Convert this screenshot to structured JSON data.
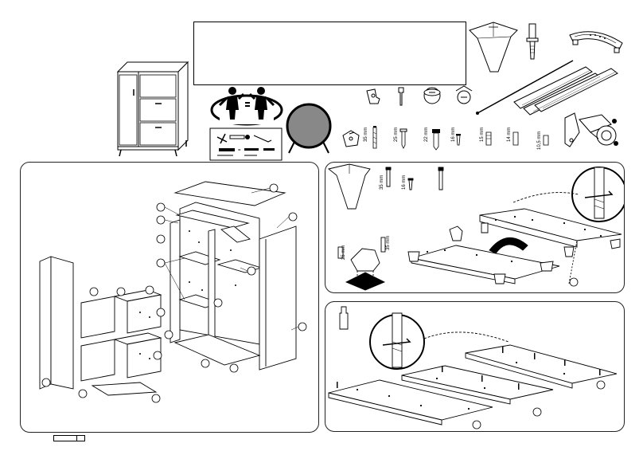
{
  "hardware": {
    "lengths": [
      "35 mm",
      "25 mm",
      "22 mm",
      "16 mm",
      "15 mm",
      "14 mm",
      "10,5 mm"
    ]
  },
  "panel_b": {
    "lengths": [
      "35 mm",
      "16 mm",
      "25 mm",
      "35 mm"
    ]
  },
  "colors": {
    "line": "#000000",
    "background": "#ffffff",
    "round_part": "#888888"
  },
  "icons": [
    "two-persons-icon",
    "round-mirror-icon",
    "tools-icon",
    "cabinet-icon"
  ]
}
